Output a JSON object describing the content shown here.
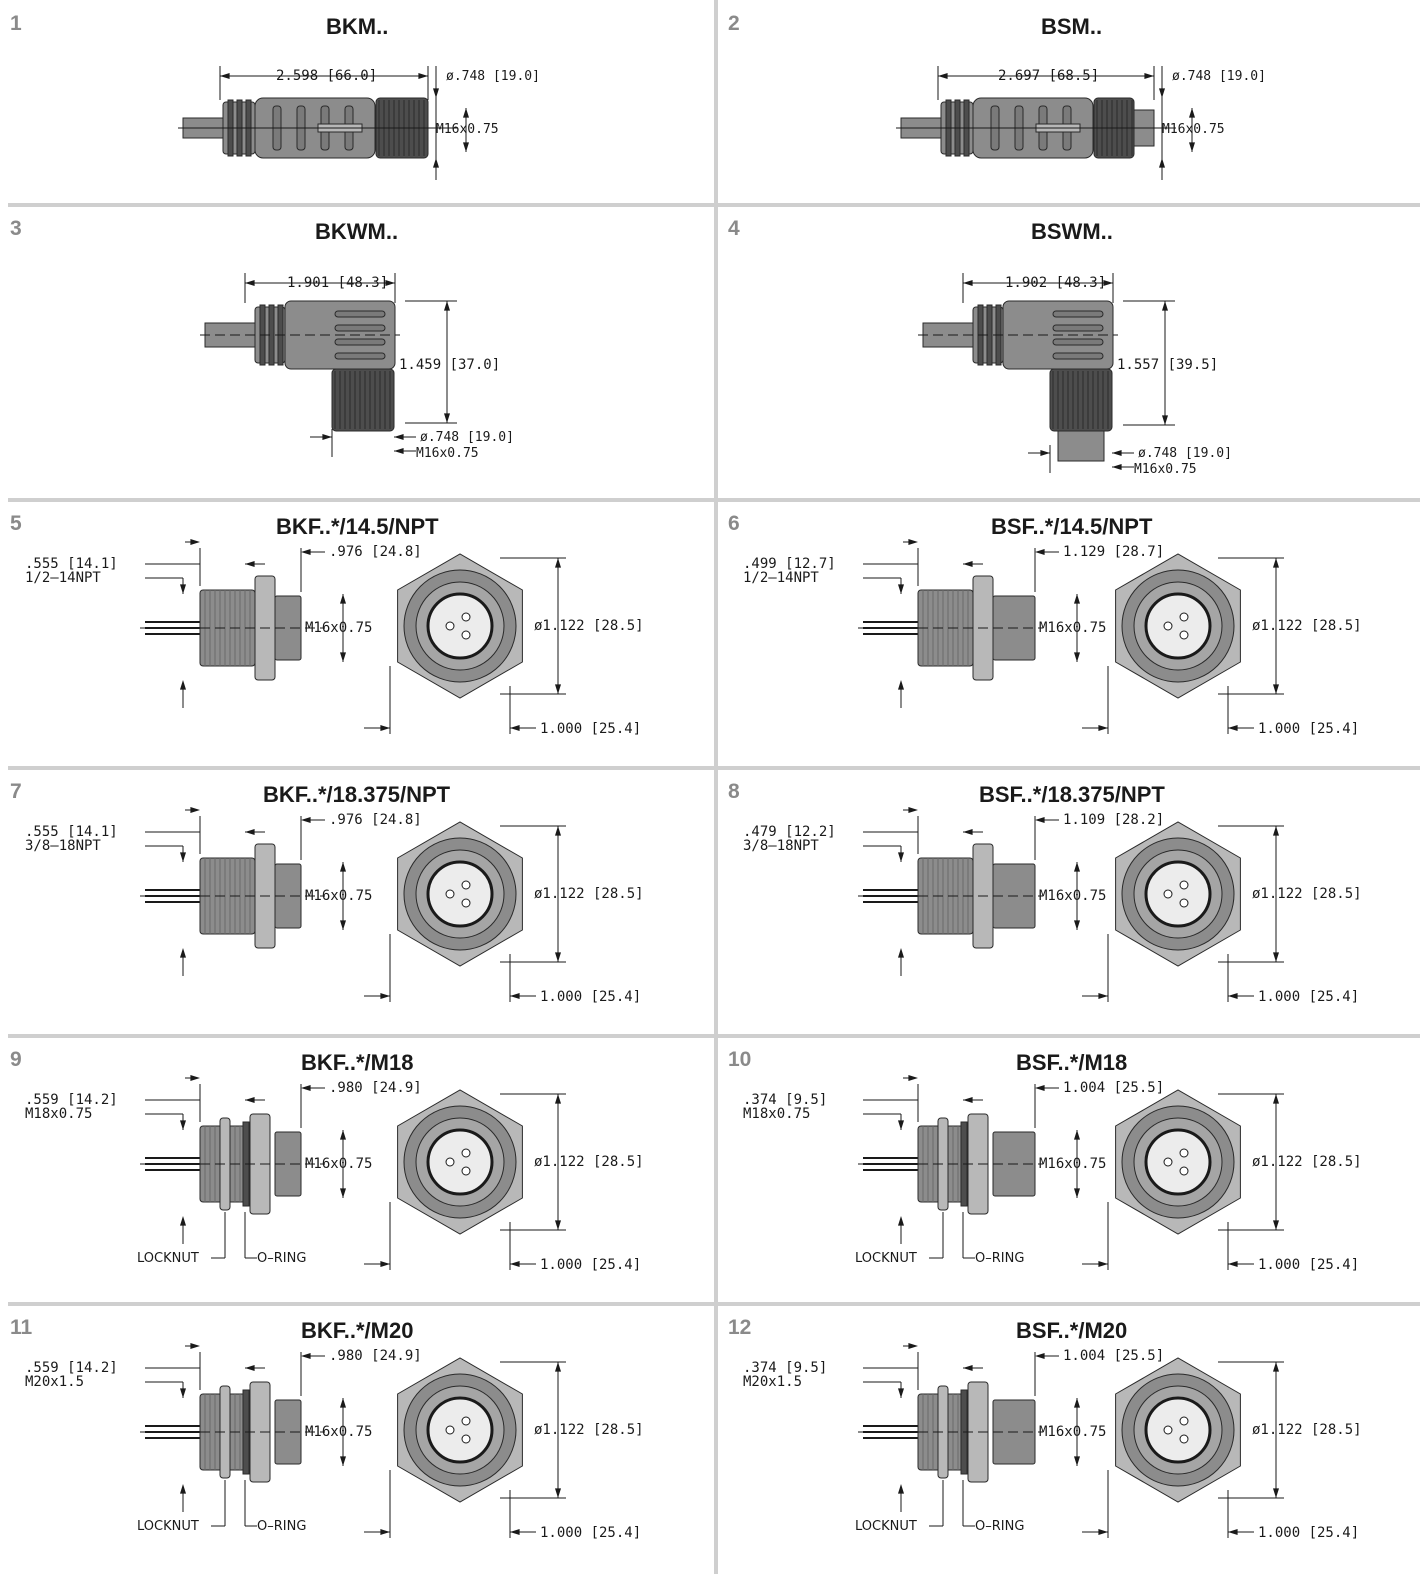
{
  "cells": [
    {
      "num": "1",
      "title": "BKM..",
      "type": "straight",
      "length": "2.598  [66.0]",
      "dia": "ø.748  [19.0]",
      "thread": "M16x0.75"
    },
    {
      "num": "2",
      "title": "BSM..",
      "type": "straight",
      "length": "2.697  [68.5]",
      "dia": "ø.748  [19.0]",
      "thread": "M16x0.75"
    },
    {
      "num": "3",
      "title": "BKWM..",
      "type": "angled",
      "length": "1.901  [48.3]",
      "height": "1.459  [37.0]",
      "dia": "ø.748  [19.0]",
      "thread": "M16x0.75"
    },
    {
      "num": "4",
      "title": "BSWM..",
      "type": "angled",
      "length": "1.902  [48.3]",
      "height": "1.557  [39.5]",
      "dia": "ø.748  [19.0]",
      "thread": "M16x0.75"
    },
    {
      "num": "5",
      "title": "BKF..*/14.5/NPT",
      "type": "panel",
      "a": ".555  [14.1]",
      "b": "1/2–14NPT",
      "c": ".976  [24.8]",
      "thread": "M16x0.75",
      "od": "ø1.122  [28.5]",
      "flat": "1.000  [25.4]"
    },
    {
      "num": "6",
      "title": "BSF..*/14.5/NPT",
      "type": "panel",
      "a": ".499  [12.7]",
      "b": "1/2–14NPT",
      "c": "1.129  [28.7]",
      "thread": "M16x0.75",
      "od": "ø1.122  [28.5]",
      "flat": "1.000  [25.4]"
    },
    {
      "num": "7",
      "title": "BKF..*/18.375/NPT",
      "type": "panel",
      "a": ".555  [14.1]",
      "b": "3/8–18NPT",
      "c": ".976  [24.8]",
      "thread": "M16x0.75",
      "od": "ø1.122  [28.5]",
      "flat": "1.000  [25.4]"
    },
    {
      "num": "8",
      "title": "BSF..*/18.375/NPT",
      "type": "panel",
      "a": ".479  [12.2]",
      "b": "3/8–18NPT",
      "c": "1.109  [28.2]",
      "thread": "M16x0.75",
      "od": "ø1.122  [28.5]",
      "flat": "1.000  [25.4]"
    },
    {
      "num": "9",
      "title": "BKF..*/M18",
      "type": "panel",
      "a": ".559  [14.2]",
      "b": "M18x0.75",
      "c": ".980  [24.9]",
      "thread": "M16x0.75",
      "od": "ø1.122  [28.5]",
      "flat": "1.000  [25.4]",
      "locknut": "LOCKNUT",
      "oring": "O–RING"
    },
    {
      "num": "10",
      "title": "BSF..*/M18",
      "type": "panel",
      "a": ".374  [9.5]",
      "b": "M18x0.75",
      "c": "1.004  [25.5]",
      "thread": "M16x0.75",
      "od": "ø1.122  [28.5]",
      "flat": "1.000  [25.4]",
      "locknut": "LOCKNUT",
      "oring": "O–RING"
    },
    {
      "num": "11",
      "title": "BKF..*/M20",
      "type": "panel",
      "a": ".559  [14.2]",
      "b": "M20x1.5",
      "c": ".980  [24.9]",
      "thread": "M16x0.75",
      "od": "ø1.122  [28.5]",
      "flat": "1.000  [25.4]",
      "locknut": "LOCKNUT",
      "oring": "O–RING"
    },
    {
      "num": "12",
      "title": "BSF..*/M20",
      "type": "panel",
      "a": ".374  [9.5]",
      "b": "M20x1.5",
      "c": "1.004  [25.5]",
      "thread": "M16x0.75",
      "od": "ø1.122  [28.5]",
      "flat": "1.000  [25.4]",
      "locknut": "LOCKNUT",
      "oring": "O–RING"
    }
  ],
  "colors": {
    "body": "#8c8c8c",
    "dark": "#4d4d4d",
    "light": "#b8b8b8",
    "divider": "#cfcfcf"
  }
}
